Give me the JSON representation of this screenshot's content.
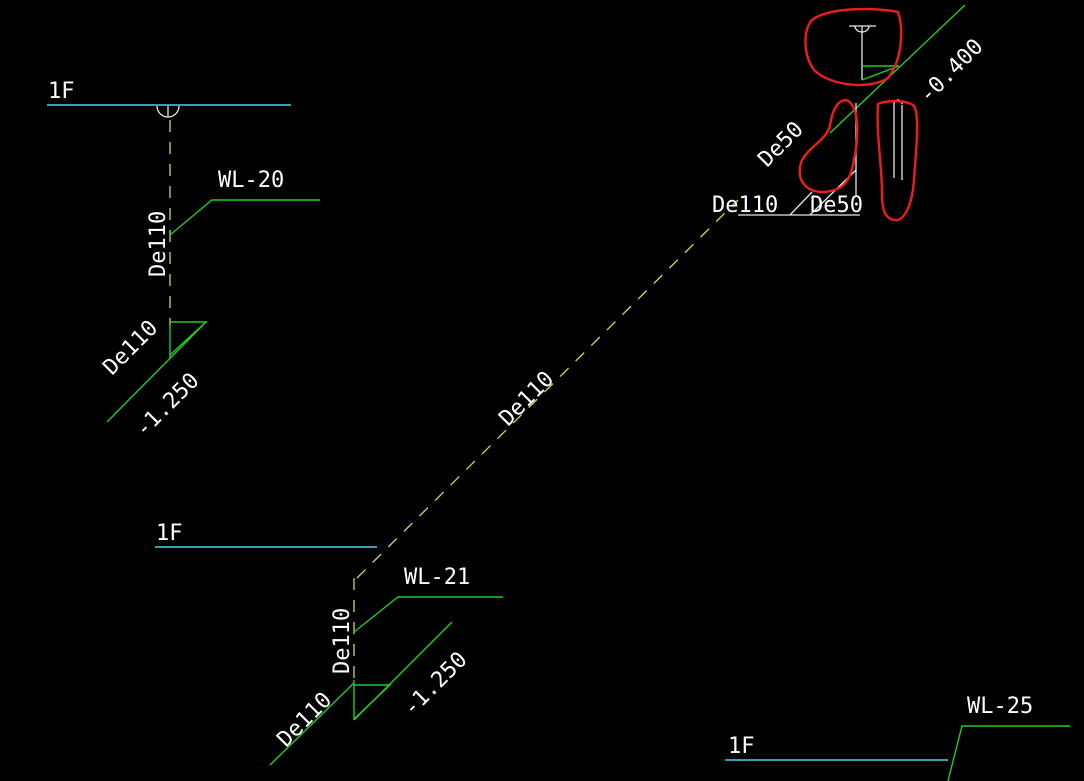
{
  "colors": {
    "background": "#000000",
    "level_line": "#4fd6e6",
    "leader": "#22cc22",
    "pipe": "#d8d84a",
    "text": "#ffffff",
    "markup": "#ee1c1c"
  },
  "labels": {
    "floor_1": "1F",
    "floor_2": "1F",
    "floor_3": "1F",
    "wl20": "WL-20",
    "wl21": "WL-21",
    "wl25": "WL-25",
    "de110_a": "De110",
    "de110_b": "De110",
    "de110_c": "De110",
    "de110_d": "De110",
    "de110_e": "De110",
    "de110_f": "De110",
    "de50_a": "De50",
    "de50_b": "De50",
    "elev_a": "-1.250",
    "elev_b": "-1.250",
    "elev_c": "-0.400"
  }
}
